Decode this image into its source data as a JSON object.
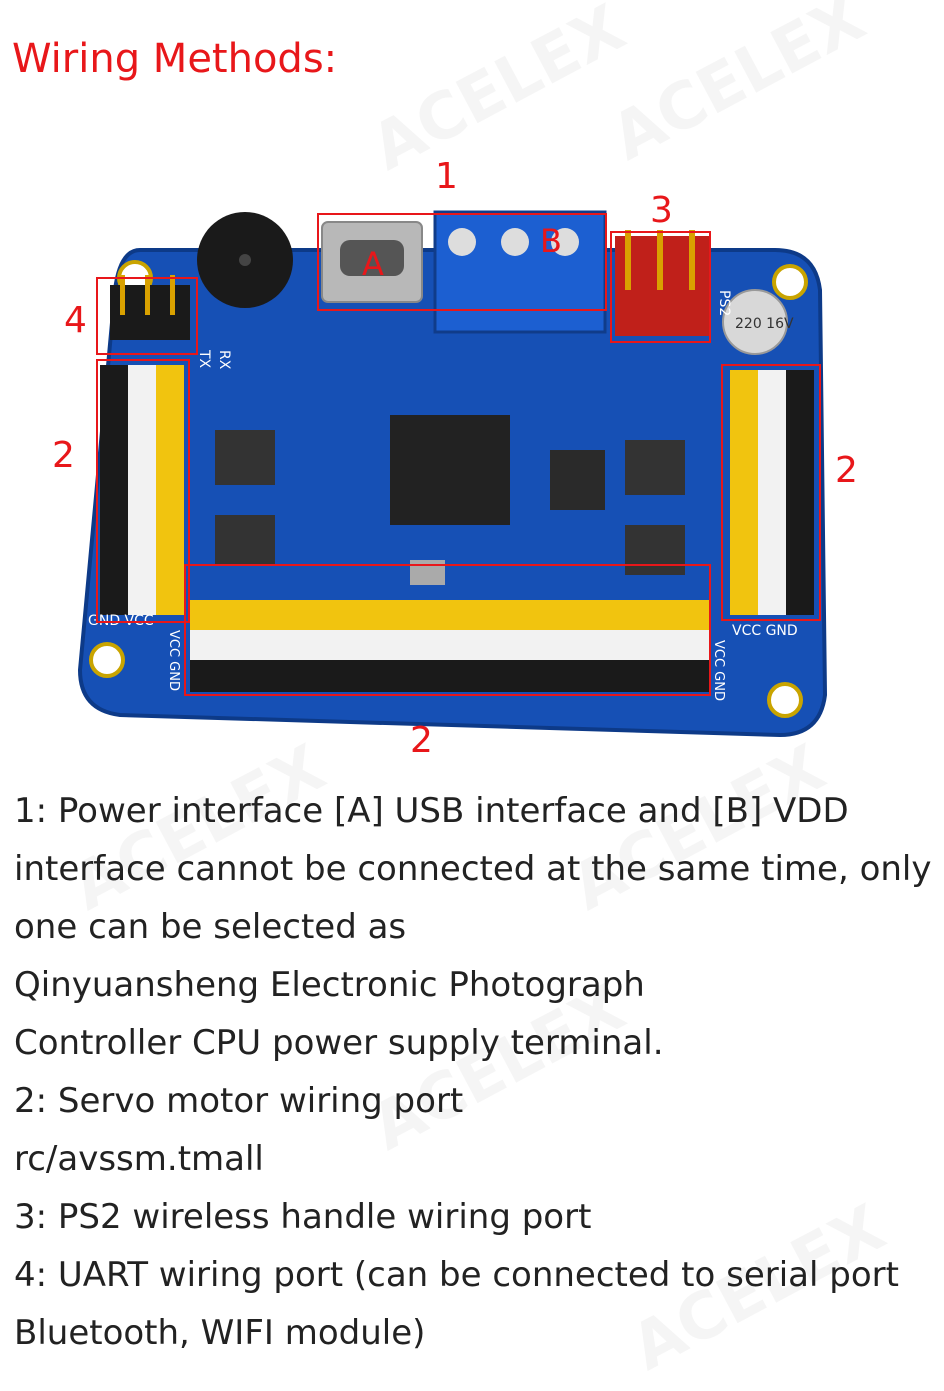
{
  "title": "Wiring Methods:",
  "watermark": "ACELEX",
  "accent_color": "#e8171a",
  "board": {
    "labels": {
      "marker_1": "1",
      "marker_2_left": "2",
      "marker_2_right": "2",
      "marker_2_bottom": "2",
      "marker_3": "3",
      "marker_4": "4",
      "box_a": "A",
      "box_b": "B",
      "silk_tx": "TX",
      "silk_rx": "RX",
      "silk_ps2": "PS2",
      "silk_gnd_vcc_left": "GND VCC",
      "silk_vcc_gnd_right": "VCC GND",
      "silk_vcc_gnd_bottom_left": "VCC GND",
      "silk_vcc_gnd_bottom_right": "VCC GND",
      "cap_text": "220 16V"
    }
  },
  "description": {
    "lines": [
      "1: Power interface [A] USB interface and [B] VDD",
      "interface cannot be connected at the same time, only",
      "one can be selected as",
      "Qinyuansheng Electronic Photograph",
      "Controller CPU power supply terminal.",
      "2: Servo motor wiring port",
      "rc/avssm.tmall",
      "3: PS2 wireless handle wiring port",
      "4: UART wiring port (can be connected to serial port",
      "Bluetooth, WIFI module)"
    ]
  }
}
